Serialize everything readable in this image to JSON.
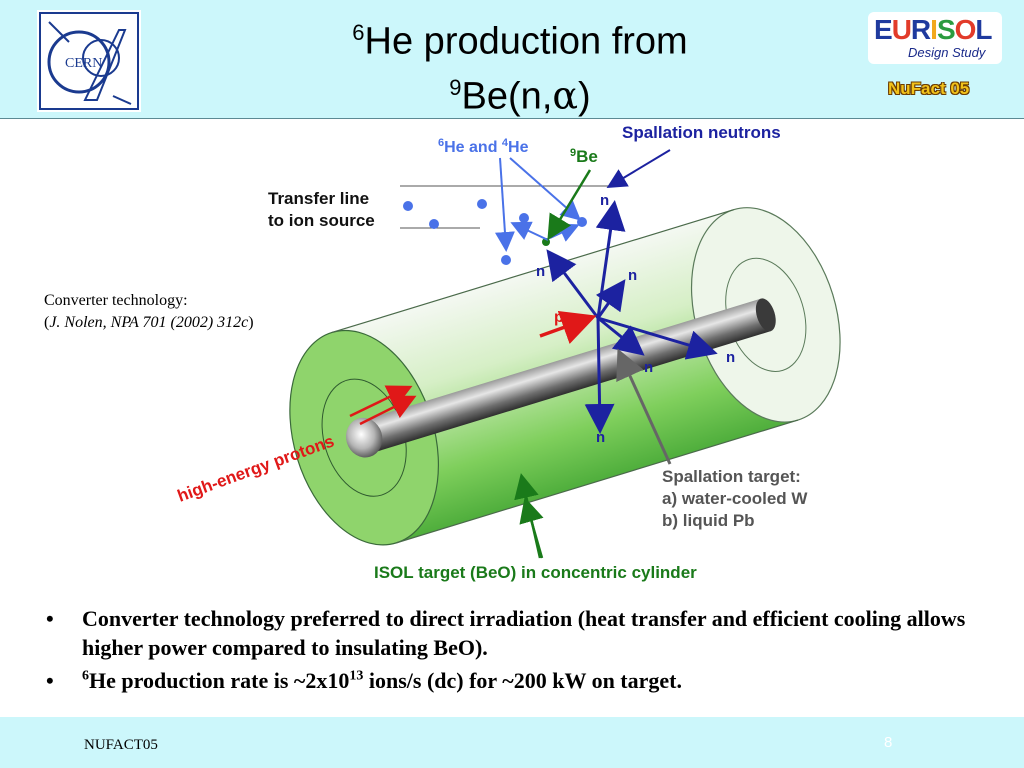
{
  "header": {
    "title_line1_sup": "6",
    "title_line1": "He production from",
    "title_line2_sup": "9",
    "title_line2": "Be(n,",
    "title_line2_alpha": "α",
    "title_line2_end": ")",
    "cern_logo_text": "CERN",
    "eurisol_letters": [
      {
        "ch": "E",
        "color": "#1f3a9e"
      },
      {
        "ch": "U",
        "color": "#e23b2a"
      },
      {
        "ch": "R",
        "color": "#1f3a9e"
      },
      {
        "ch": "I",
        "color": "#f2a81c"
      },
      {
        "ch": "S",
        "color": "#2b9b3f"
      },
      {
        "ch": "O",
        "color": "#e23b2a"
      },
      {
        "ch": "L",
        "color": "#1f3a9e"
      }
    ],
    "eurisol_sub": "Design Study",
    "nufact_badge": "NuFact 05"
  },
  "diagram": {
    "he_label_sup6": "6",
    "he_label_a": "He and ",
    "he_label_sup4": "4",
    "he_label_b": "He",
    "be_sup": "9",
    "be_label": "Be",
    "spallation_neutrons": "Spallation neutrons",
    "transfer_line_1": "Transfer line",
    "transfer_line_2": "to ion source",
    "neutron_label": "n",
    "proton_label": "p",
    "high_energy_protons": "high-energy protons",
    "spallation_target_1": "Spallation target:",
    "spallation_target_2": "a) water-cooled W",
    "spallation_target_3": "b) liquid Pb",
    "isol_target": "ISOL target (BeO) in concentric cylinder"
  },
  "credit": {
    "line1": "Converter technology:",
    "line2_open": "(",
    "line2_ref": "J. Nolen, NPA 701 (2002) 312c",
    "line2_close": ")"
  },
  "bullets": {
    "symbol": "•",
    "b1": "Converter technology preferred to direct irradiation (heat transfer and efficient cooling allows higher power compared to insulating BeO).",
    "b2_sup6": "6",
    "b2_a": "He production rate is ~2x10",
    "b2_sup13": "13",
    "b2_b": " ions/s (dc) for ~200 kW on target."
  },
  "footer": {
    "left": "NUFACT05",
    "page_number": "8"
  },
  "colors": {
    "header_bg": "#ccf7fb",
    "diagram_blue": "#1c22a0",
    "label_blue": "#4a72e8",
    "proton_red": "#e01818",
    "isol_green": "#1a7a1a",
    "label_gray": "#555555"
  }
}
